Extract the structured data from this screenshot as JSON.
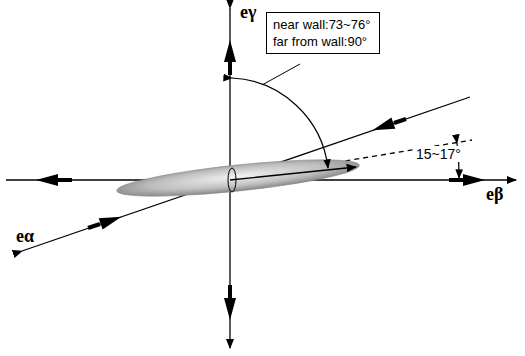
{
  "diagram": {
    "nodes": [
      {
        "text": [
          "near wall:73~76°",
          "far from wall:90°"
        ]
      }
    ],
    "labels": [
      "eγ",
      "eβ",
      "eα",
      "15~17°"
    ]
  }
}
